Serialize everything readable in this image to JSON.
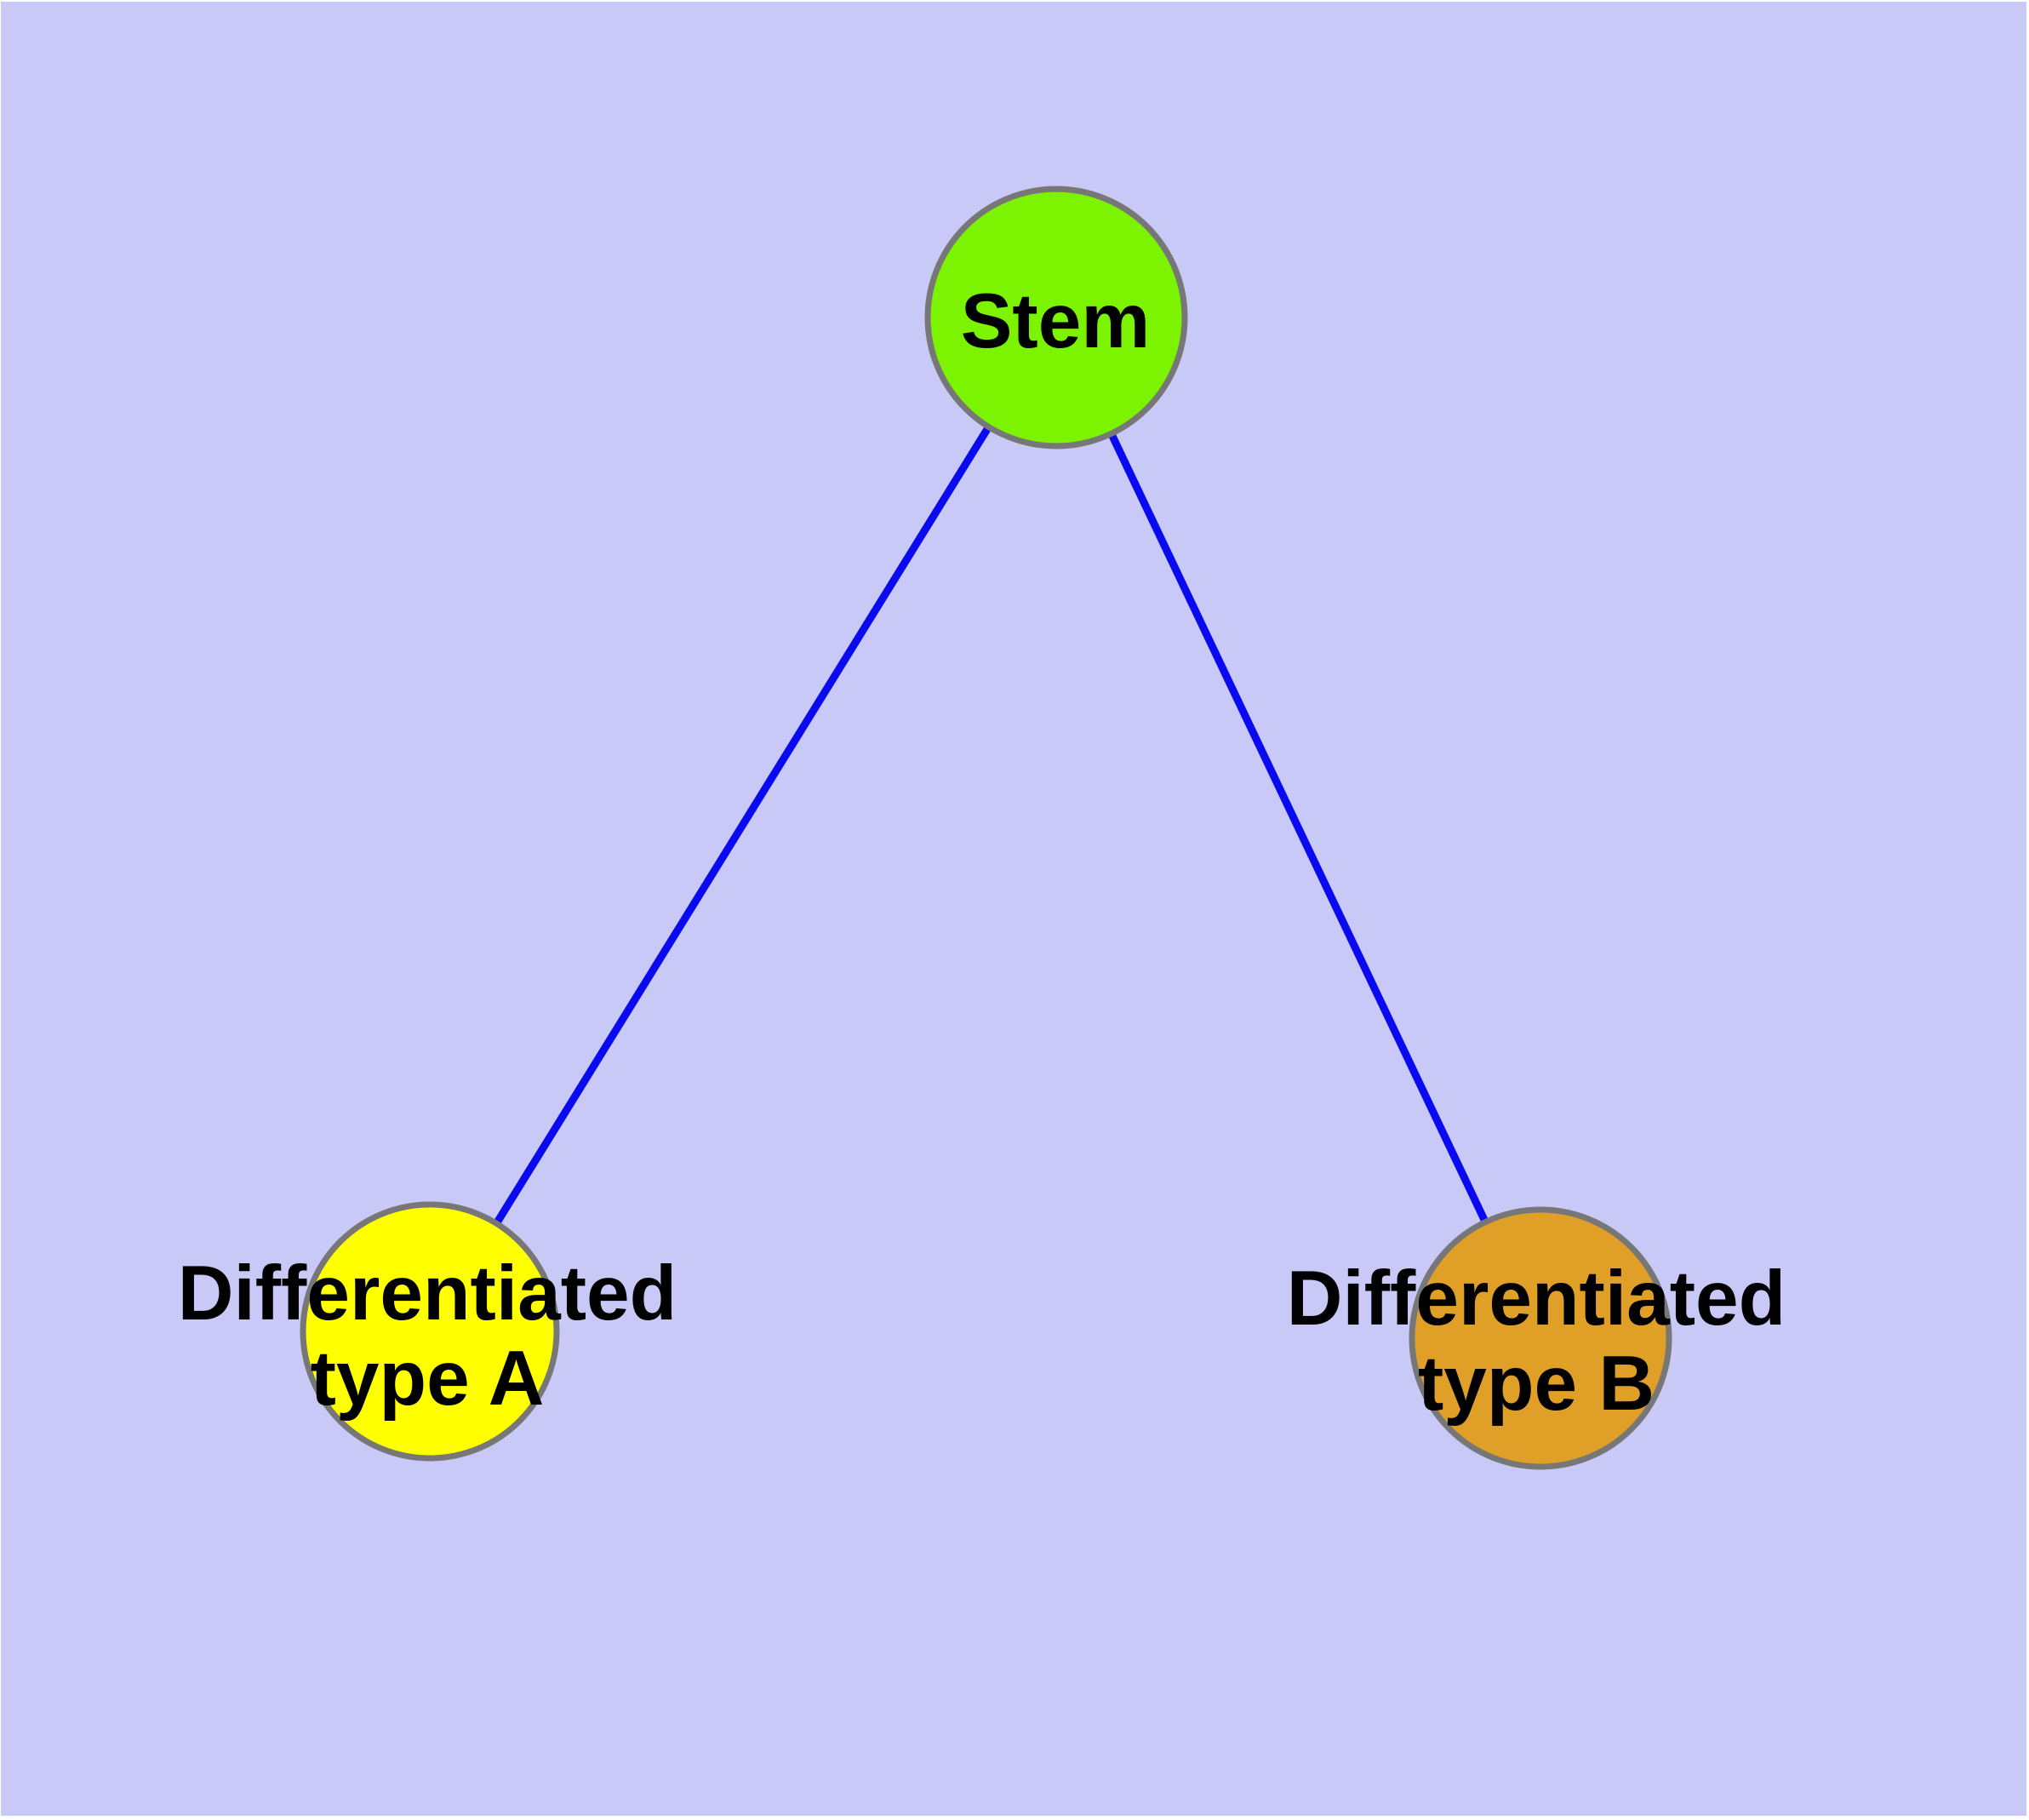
{
  "canvas": {
    "background_color": "#c9c9f8",
    "frame_color": "#ffffff"
  },
  "graph": {
    "edge_color": "#0a0af0",
    "node_border_color": "#777777",
    "label_color": "#000000",
    "nodes": [
      {
        "id": "stem",
        "lines": [
          "Stem"
        ],
        "fill": "#7cf300"
      },
      {
        "id": "differentiated-type-a",
        "lines": [
          "Differentiated",
          "type A"
        ],
        "fill": "#ffff00"
      },
      {
        "id": "differentiated-type-b",
        "lines": [
          "Differentiated",
          "type B"
        ],
        "fill": "#e0a028"
      }
    ],
    "edges": [
      {
        "from": "stem",
        "to": "differentiated-type-a"
      },
      {
        "from": "stem",
        "to": "differentiated-type-b"
      }
    ]
  }
}
